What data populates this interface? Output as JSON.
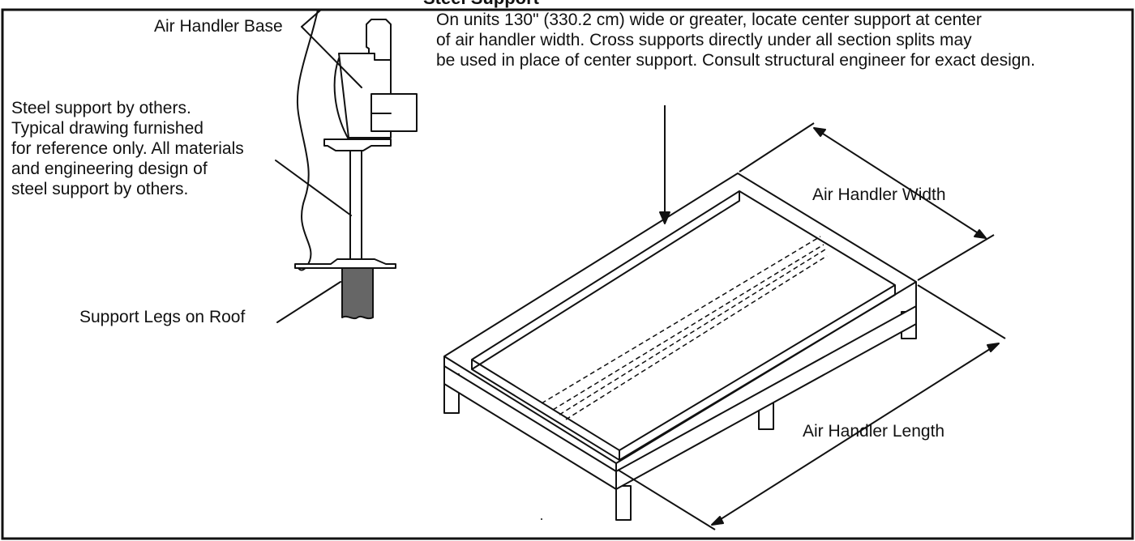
{
  "header": {
    "title": "Steel Support"
  },
  "labels": {
    "air_handler_base": "Air Handler Base",
    "support_legs": "Support Legs on Roof",
    "air_handler_width": "Air Handler Width",
    "air_handler_length": "Air Handler Length"
  },
  "notes": {
    "steel_support": [
      "Steel support by others.",
      "Typical drawing furnished",
      "for reference only. All materials",
      "and engineering design of",
      "steel support by others."
    ],
    "center_support": [
      "On units 130\" (330.2 cm) wide or greater, locate center support at center",
      "of air handler width. Cross supports directly under all section splits may",
      "be used in place of center support. Consult structural engineer for exact design."
    ]
  },
  "colors": {
    "line": "#111111",
    "leg_fill": "#666666",
    "background": "#ffffff"
  }
}
